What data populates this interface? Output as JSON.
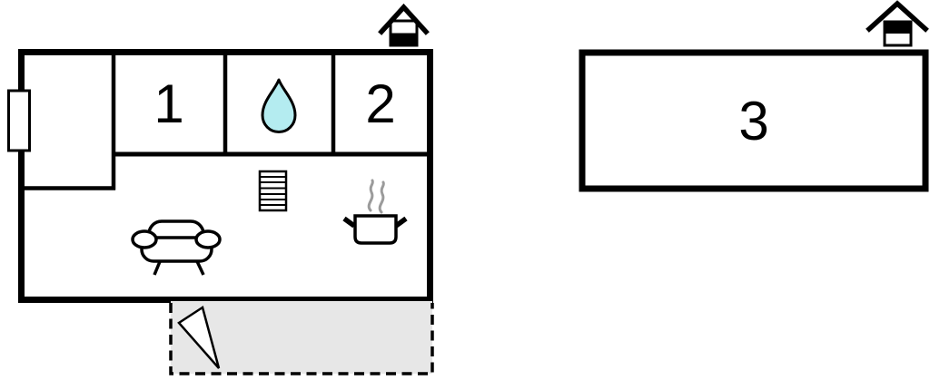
{
  "rooms": [
    {
      "id": "room-1",
      "label": "1"
    },
    {
      "id": "room-2",
      "label": "2"
    },
    {
      "id": "room-3",
      "label": "3"
    }
  ],
  "icons": {
    "main_building_entrance": "house-icon",
    "annex_building_entrance": "house-icon",
    "bathroom": "water-drop-icon",
    "living_area": [
      "radiator-icon",
      "sofa-icon",
      "cooking-pot-icon"
    ],
    "terrace": "door-swing-arrow-icon",
    "left_wall": "window-icon"
  },
  "colors": {
    "wall": "#000000",
    "water_drop_fill": "#b4ecf0",
    "terrace_fill": "#e7e7e7",
    "steam": "#9b9b9b",
    "background": "#ffffff"
  }
}
